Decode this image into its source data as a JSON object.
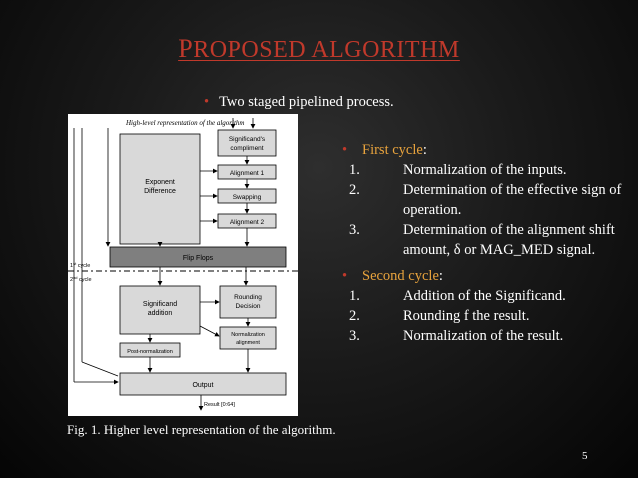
{
  "slide": {
    "title_first": "P",
    "title_rest": "ROPOSED ALGORITHM",
    "subtitle": "Two staged pipelined process.",
    "page_number": "5",
    "caption": "Fig. 1. Higher level representation of the algorithm."
  },
  "figure": {
    "header": "High-level representation  of the algorithm",
    "exponent_difference": [
      "Exponent",
      "Difference"
    ],
    "significand_compliment": [
      "Significand's",
      "compliment"
    ],
    "alignment1": "Alignment 1",
    "swapping": "Swapping",
    "alignment2": "Alignment 2",
    "flip_flops": "Flip Flops",
    "cycle1": "1",
    "cycle1_sup": "st",
    "cycle1_suffix": " cycle",
    "cycle2": "2",
    "cycle2_sup": "nd",
    "cycle2_suffix": " cycle",
    "significand_addition": [
      "Significand",
      "addition"
    ],
    "rounding_decision": [
      "Rounding",
      "Decision"
    ],
    "normalization_alignment": [
      "Normalization",
      "alignment"
    ],
    "post_normalization": "Post-normalization",
    "output": "Output",
    "result": "Result [0:64]"
  },
  "first_cycle": {
    "heading": "First cycle",
    "colon": ":",
    "items": [
      {
        "num": "1.",
        "text": "Normalization of the inputs."
      },
      {
        "num": "2.",
        "text": "Determination of the effective sign of operation."
      },
      {
        "num": "3.",
        "text": "Determination of the alignment shift amount, δ or MAG_MED signal."
      }
    ]
  },
  "second_cycle": {
    "heading": "Second cycle",
    "colon": ":",
    "items": [
      {
        "num": "1.",
        "text": "Addition of the Significand."
      },
      {
        "num": "2.",
        "text": "Rounding f the result."
      },
      {
        "num": "3.",
        "text": "Normalization of the result."
      }
    ]
  },
  "colors": {
    "title": "#c0392b",
    "highlight": "#e8a33d",
    "box_fill": "#d9d9d9",
    "flipflop_fill": "#7f7f7f"
  }
}
